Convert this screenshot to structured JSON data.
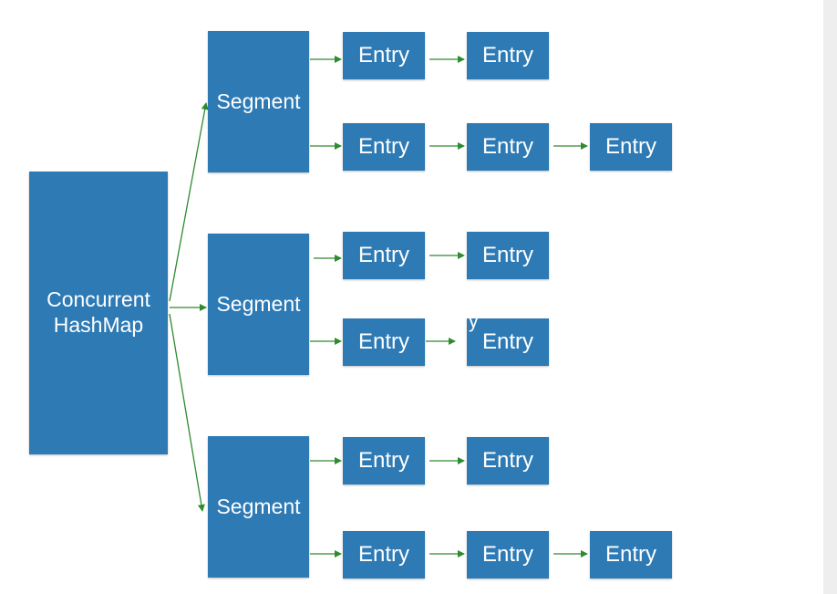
{
  "colors": {
    "box": "#2d7ab5",
    "text": "#ffffff",
    "arrow": "#2e8b2e"
  },
  "root": {
    "label_line1": "Concurrent",
    "label_line2": "HashMap"
  },
  "segments": [
    {
      "label": "Segment",
      "rows": [
        [
          "Entry",
          "Entry"
        ],
        [
          "Entry",
          "Entry",
          "Entry"
        ]
      ]
    },
    {
      "label": "Segment",
      "rows": [
        [
          "Entry",
          "Entry"
        ],
        [
          "Entry",
          "Entry"
        ]
      ]
    },
    {
      "label": "Segment",
      "rows": [
        [
          "Entry",
          "Entry"
        ],
        [
          "Entry",
          "Entry",
          "Entry"
        ]
      ]
    }
  ],
  "stray_text": "y"
}
